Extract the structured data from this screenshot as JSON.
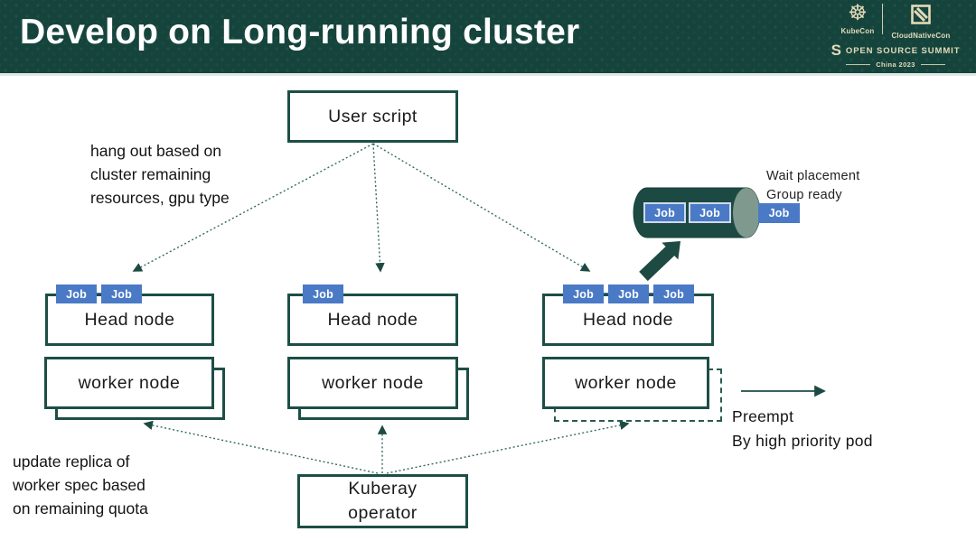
{
  "header": {
    "title": "Develop on Long-running cluster",
    "logos": {
      "kubecon_label": "KubeCon",
      "cloudnativecon_label": "CloudNativeCon",
      "summit_s": "S",
      "summit_label": "OPEN SOURCE SUMMIT",
      "location_label": "China 2023"
    },
    "colors": {
      "banner_bg": "#15443c",
      "logo_cream": "#e3dbba"
    }
  },
  "diagram": {
    "user_script": {
      "label": "User script"
    },
    "annotations": {
      "hang_out": [
        "hang out based on",
        "cluster remaining",
        "resources, gpu type"
      ],
      "update_replica": [
        "update replica of",
        "worker spec based",
        "on remaining quota"
      ],
      "wait_placement": [
        "Wait placement",
        "Group ready"
      ],
      "preempt": [
        "Preempt",
        "By high priority pod"
      ]
    },
    "clusters": [
      {
        "head_label": "Head node",
        "worker_label": "worker node",
        "jobs": [
          "Job",
          "Job"
        ]
      },
      {
        "head_label": "Head node",
        "worker_label": "worker node",
        "jobs": [
          "Job"
        ]
      },
      {
        "head_label": "Head node",
        "worker_label": "worker node",
        "jobs": [
          "Job",
          "Job",
          "Job"
        ]
      }
    ],
    "cylinder": {
      "jobs_inside": [
        "Job",
        "Job"
      ],
      "job_outside": "Job"
    },
    "operator": {
      "line1": "Kuberay",
      "line2": "operator"
    },
    "colors": {
      "box_border": "#1d4e46",
      "job_blue": "#4a7ac6",
      "arrow_teal": "#2e5f56",
      "cylinder_body": "#1c4a43",
      "cylinder_cap": "#7f998f"
    }
  }
}
